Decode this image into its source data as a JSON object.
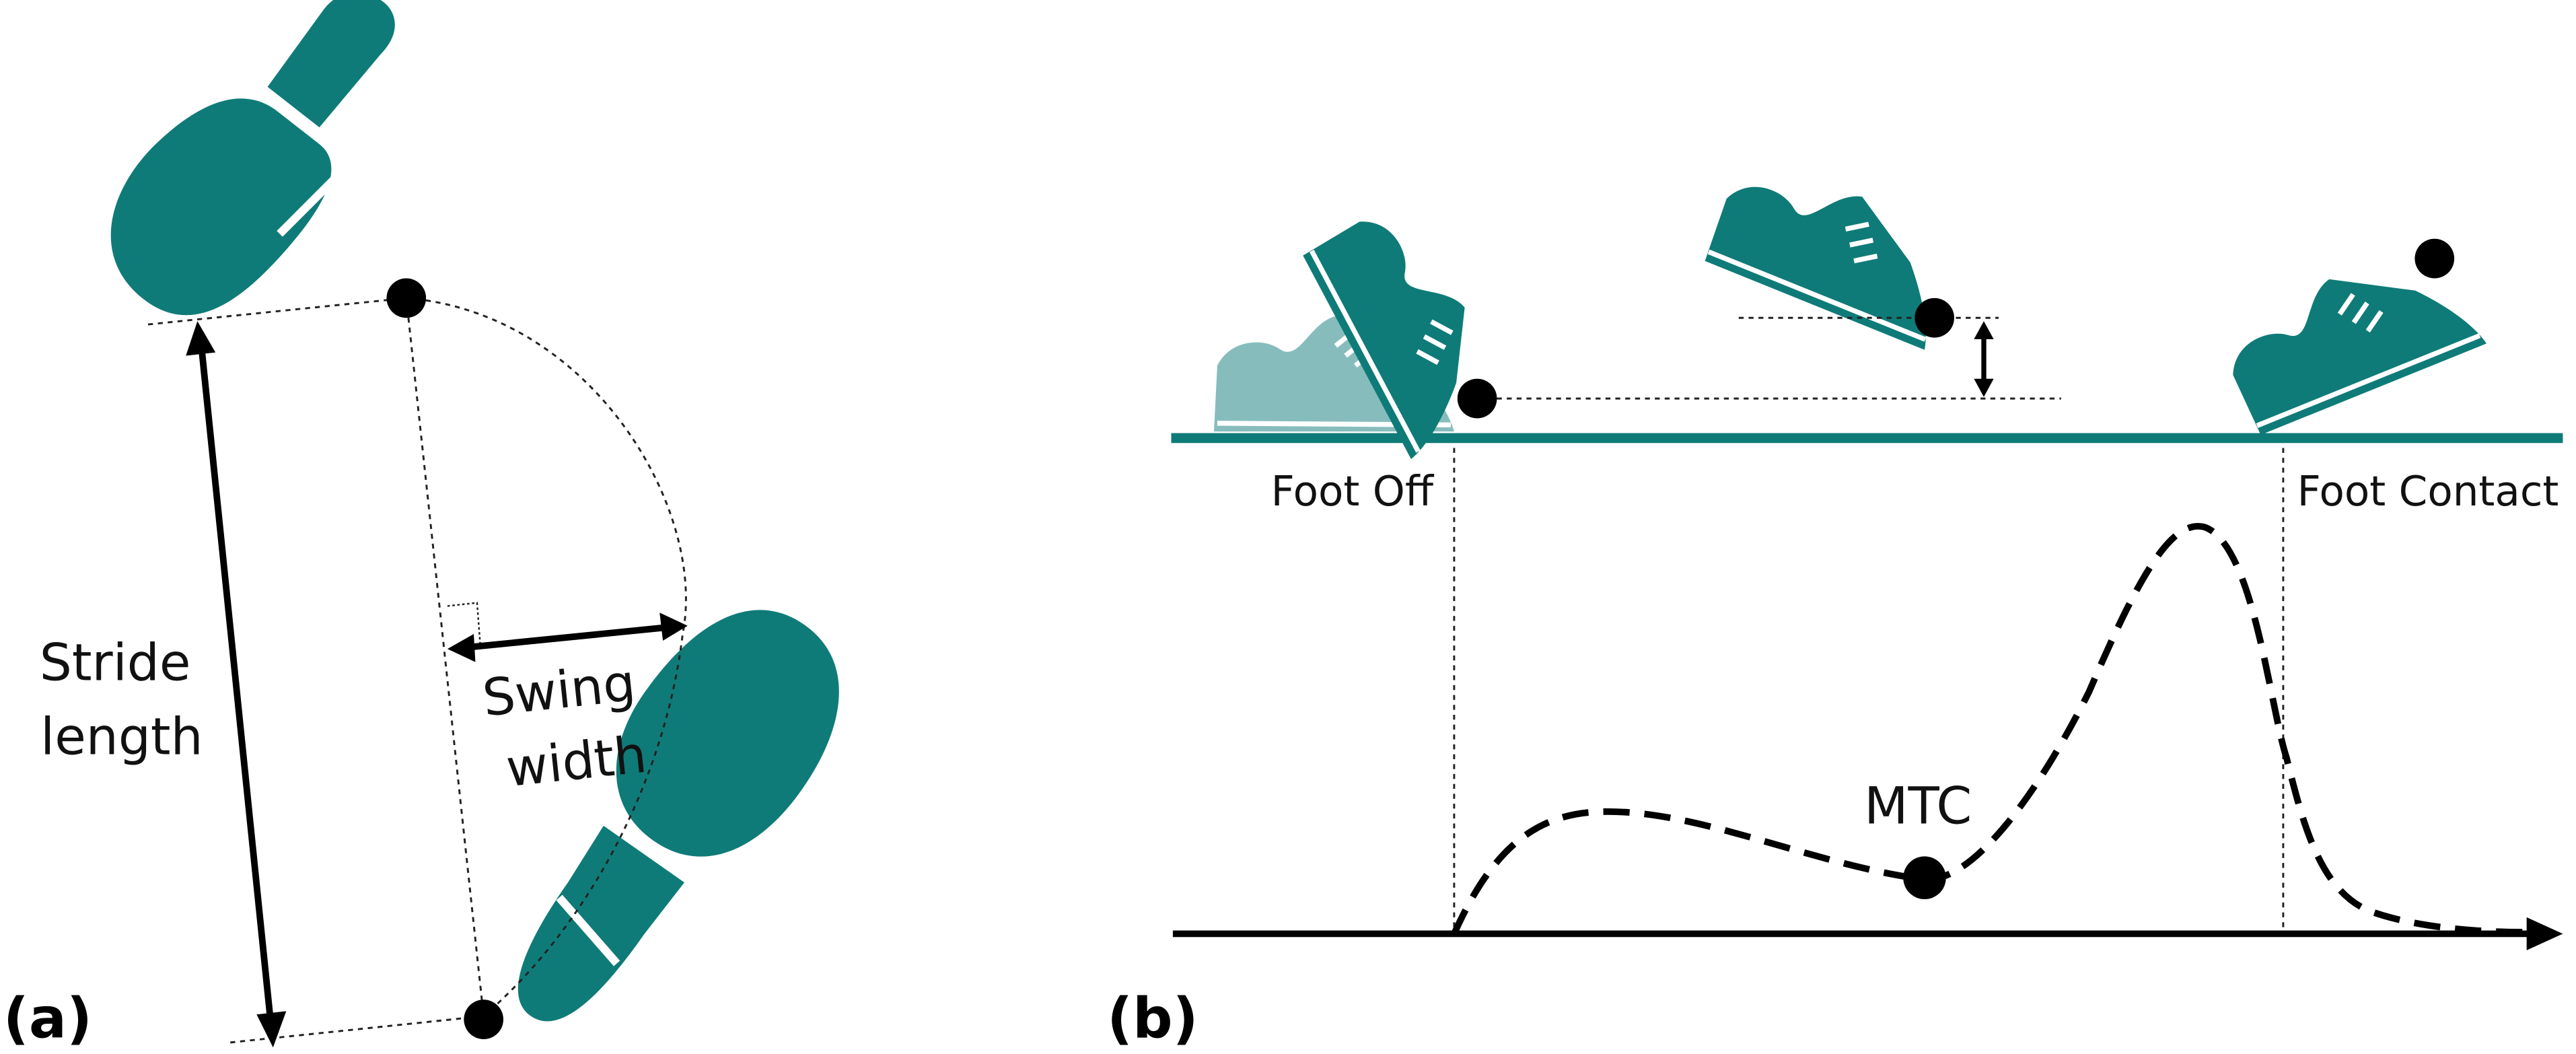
{
  "panel_a": {
    "label": "(a)",
    "stride_label_line1": "Stride",
    "stride_label_line2": "length",
    "swing_label_line1": "Swing",
    "swing_label_line2": "width"
  },
  "panel_b": {
    "label": "(b)",
    "foot_off_label": "Foot Off",
    "foot_contact_label": "Foot Contact",
    "mtc_label": "MTC"
  },
  "colors": {
    "teal": "#0f7b78",
    "light_teal": "#86bdbc",
    "marker": "#000000"
  }
}
